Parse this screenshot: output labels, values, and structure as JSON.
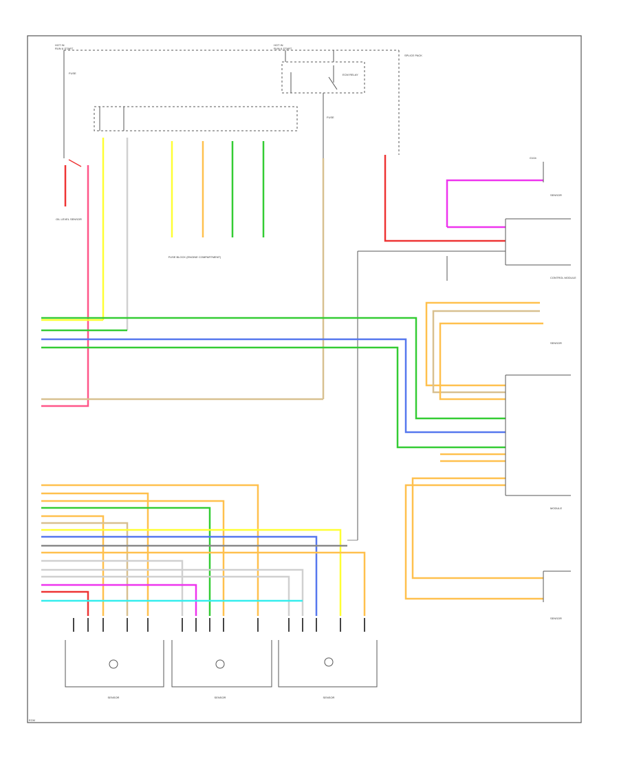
{
  "top_labels": {
    "hot_left": "HOT IN",
    "hot_left_sub": "RUN & START",
    "hot_center": "HOT IN",
    "hot_center_sub": "RUN & START",
    "fuse_left": "FUSE",
    "fuse_center": "FUSE",
    "relay": "ECM RELAY",
    "splice_note": "SPLICE PACK"
  },
  "fuse_block_label": "FUSE BLOCK (ENGINE COMPARTMENT)",
  "left_component_label": "OIL LEVEL SENSOR",
  "right_components": [
    {
      "name": "ground",
      "label": "G104"
    },
    {
      "name": "sensor-1",
      "label": "SENSOR"
    },
    {
      "name": "control-module",
      "label": "CONTROL MODULE"
    },
    {
      "name": "sensor-2",
      "label": "SENSOR"
    },
    {
      "name": "module-2",
      "label": "MODULE"
    },
    {
      "name": "sensor-3",
      "label": "SENSOR"
    }
  ],
  "bottom_components": [
    {
      "label": "SENSOR"
    },
    {
      "label": "SENSOR"
    },
    {
      "label": "SENSOR"
    }
  ],
  "footer_code": "ECM",
  "colors": {
    "yellow": "#ffff33",
    "orange": "#ffc04d",
    "green": "#33cc33",
    "blue": "#5577ee",
    "pink": "#ff5588",
    "red": "#ee3333",
    "magenta": "#ee33ee",
    "cyan": "#33eeee",
    "tan": "#d8c090",
    "gray": "#888888",
    "black": "#222222"
  }
}
